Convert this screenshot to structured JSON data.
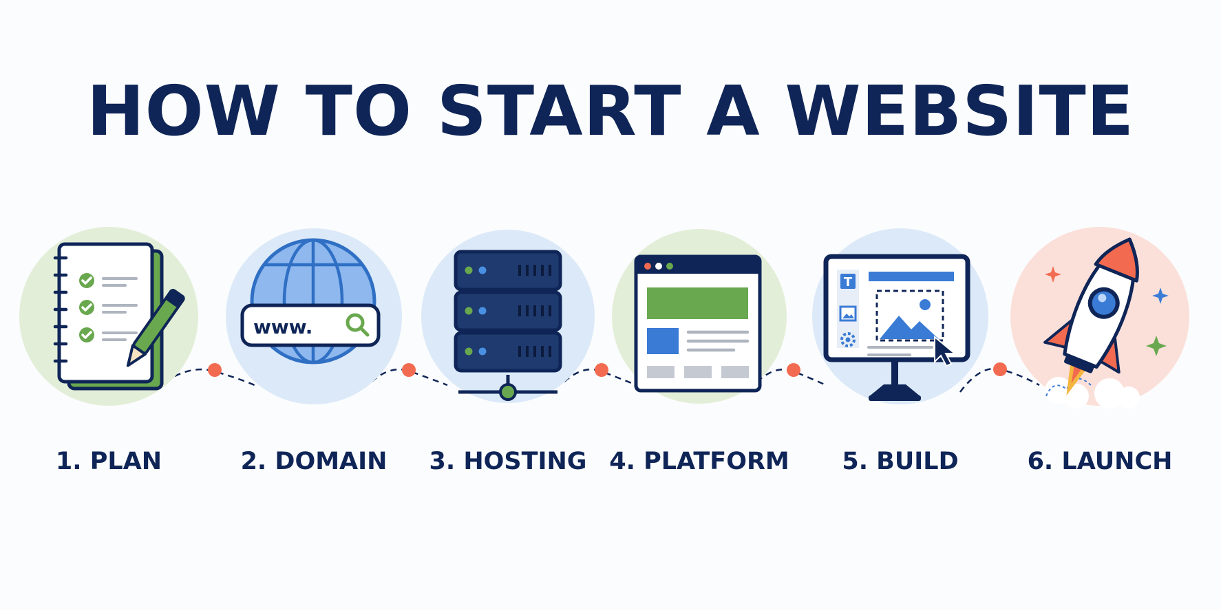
{
  "title": "HOW TO START A WEBSITE",
  "steps": [
    {
      "label": "1. PLAN",
      "icon": "notebook-checklist-icon"
    },
    {
      "label": "2. DOMAIN",
      "icon": "globe-www-icon"
    },
    {
      "label": "3. HOSTING",
      "icon": "server-stack-icon"
    },
    {
      "label": "4. PLATFORM",
      "icon": "browser-window-icon"
    },
    {
      "label": "5. BUILD",
      "icon": "monitor-editor-icon"
    },
    {
      "label": "6. LAUNCH",
      "icon": "rocket-icon"
    }
  ],
  "domain_bar_text": "www.",
  "editor_text_tool": "T",
  "colors": {
    "navy": "#0f2557",
    "green": "#6aa84f",
    "blue": "#3a7bd5",
    "coral": "#f26b50",
    "green_circle": "#e3eed8",
    "blue_circle": "#dce9f8",
    "pink_circle": "#fbe0da"
  }
}
